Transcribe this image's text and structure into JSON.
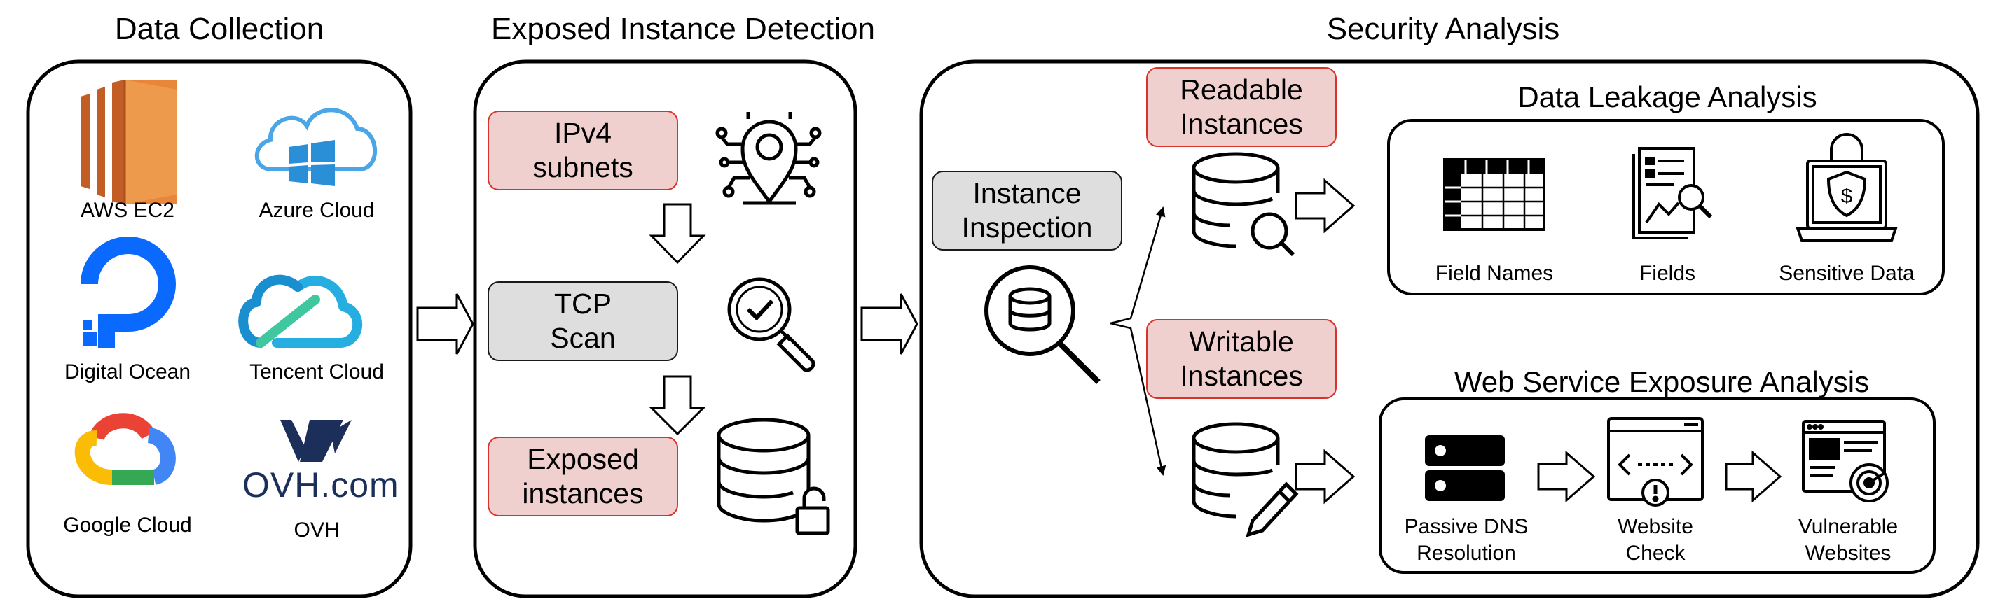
{
  "sections": {
    "data_collection": {
      "title": "Data Collection",
      "providers": [
        {
          "label": "AWS EC2",
          "icon": "aws-ec2-icon"
        },
        {
          "label": "Azure Cloud",
          "icon": "azure-cloud-icon"
        },
        {
          "label": "Digital Ocean",
          "icon": "digital-ocean-icon"
        },
        {
          "label": "Tencent Cloud",
          "icon": "tencent-cloud-icon"
        },
        {
          "label": "Google Cloud",
          "icon": "google-cloud-icon"
        },
        {
          "label": "OVH",
          "icon": "ovh-icon"
        }
      ],
      "ovh_logo_text": "OVH.com"
    },
    "exposed_instance_detection": {
      "title": "Exposed Instance Detection",
      "steps": [
        {
          "label_lines": [
            "IPv4",
            "subnets"
          ],
          "style": "highlight",
          "icon": "location-circuit-icon"
        },
        {
          "label_lines": [
            "TCP",
            "Scan"
          ],
          "style": "neutral",
          "icon": "magnifier-check-icon"
        },
        {
          "label_lines": [
            "Exposed",
            "instances"
          ],
          "style": "highlight",
          "icon": "database-unlocked-icon"
        }
      ]
    },
    "security_analysis": {
      "title": "Security Analysis",
      "inspection": {
        "label_lines": [
          "Instance",
          "Inspection"
        ],
        "icon": "database-search-icon"
      },
      "readable": {
        "label_lines": [
          "Readable",
          "Instances"
        ],
        "icon": "database-search-icon"
      },
      "writable": {
        "label_lines": [
          "Writable",
          "Instances"
        ],
        "icon": "database-edit-icon"
      },
      "data_leakage": {
        "title": "Data Leakage Analysis",
        "items": [
          {
            "label": "Field Names",
            "icon": "table-icon"
          },
          {
            "label": "Fields",
            "icon": "report-search-icon"
          },
          {
            "label": "Sensitive Data",
            "icon": "laptop-lock-icon"
          }
        ]
      },
      "web_exposure": {
        "title": "Web Service Exposure Analysis",
        "items": [
          {
            "label_lines": [
              "Passive DNS",
              "Resolution"
            ],
            "icon": "server-icon"
          },
          {
            "label_lines": [
              "Website",
              "Check"
            ],
            "icon": "code-window-warning-icon"
          },
          {
            "label_lines": [
              "Vulnerable",
              "Websites"
            ],
            "icon": "website-radar-icon"
          }
        ]
      }
    }
  },
  "colors": {
    "highlight_fill": "#f0cfcf",
    "highlight_border": "#d9322b",
    "neutral_fill": "#dedede",
    "aws_orange": "#e8873a",
    "azure_blue": "#2a8fd6",
    "digitalocean_blue": "#0a69ff",
    "tencent_blue": "#27aee0",
    "ovh_navy": "#1b2f5a"
  }
}
